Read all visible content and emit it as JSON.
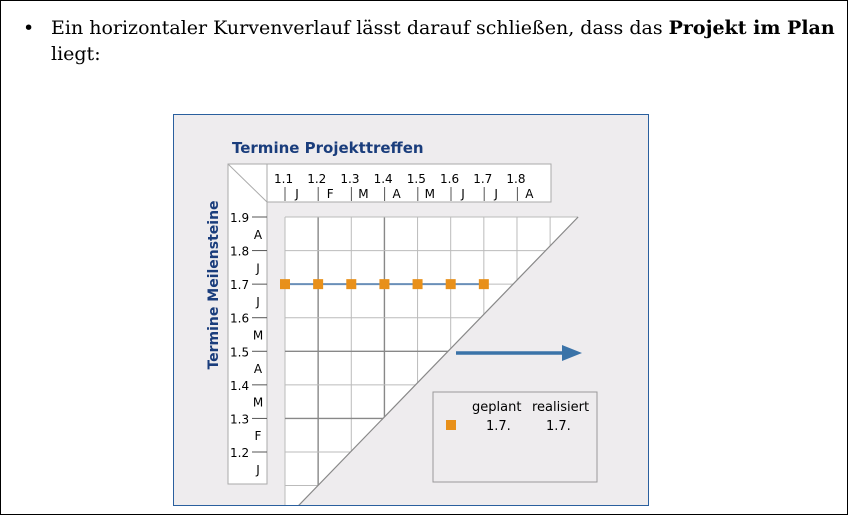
{
  "bullet": {
    "dot": "•",
    "text_start": "Ein horizontaler Kurvenverlauf lässt darauf schließen, dass das ",
    "text_bold": "Projekt im Plan",
    "text_end": " liegt:"
  },
  "chart_data": {
    "type": "scatter",
    "title": "Termine Projekttreffen",
    "ylabel": "Termine Meilensteine",
    "x_ticks": [
      "1.1",
      "1.2",
      "1.3",
      "1.4",
      "1.5",
      "1.6",
      "1.7",
      "1.8"
    ],
    "x_months": [
      "J",
      "F",
      "M",
      "A",
      "M",
      "J",
      "J",
      "A"
    ],
    "y_ticks": [
      "1.2",
      "1.3",
      "1.4",
      "1.5",
      "1.6",
      "1.7",
      "1.8",
      "1.9"
    ],
    "y_months": [
      "J",
      "F",
      "M",
      "A",
      "M",
      "J",
      "J",
      "A"
    ],
    "series": [
      {
        "color": "#e8901a",
        "points": [
          {
            "x": "1.1",
            "y": "1.7"
          },
          {
            "x": "1.2",
            "y": "1.7"
          },
          {
            "x": "1.3",
            "y": "1.7"
          },
          {
            "x": "1.4",
            "y": "1.7"
          },
          {
            "x": "1.5",
            "y": "1.7"
          },
          {
            "x": "1.6",
            "y": "1.7"
          },
          {
            "x": "1.7",
            "y": "1.7"
          }
        ]
      }
    ],
    "legend": {
      "col_planned": "geplant",
      "col_realized": "realisiert",
      "planned": "1.7.",
      "realized": "1.7."
    },
    "grid": true,
    "trend_arrow": "right",
    "colors": {
      "title": "#1a3d7c",
      "marker": "#e8901a",
      "arrow": "#3a73a8",
      "grid": "#888888"
    }
  }
}
